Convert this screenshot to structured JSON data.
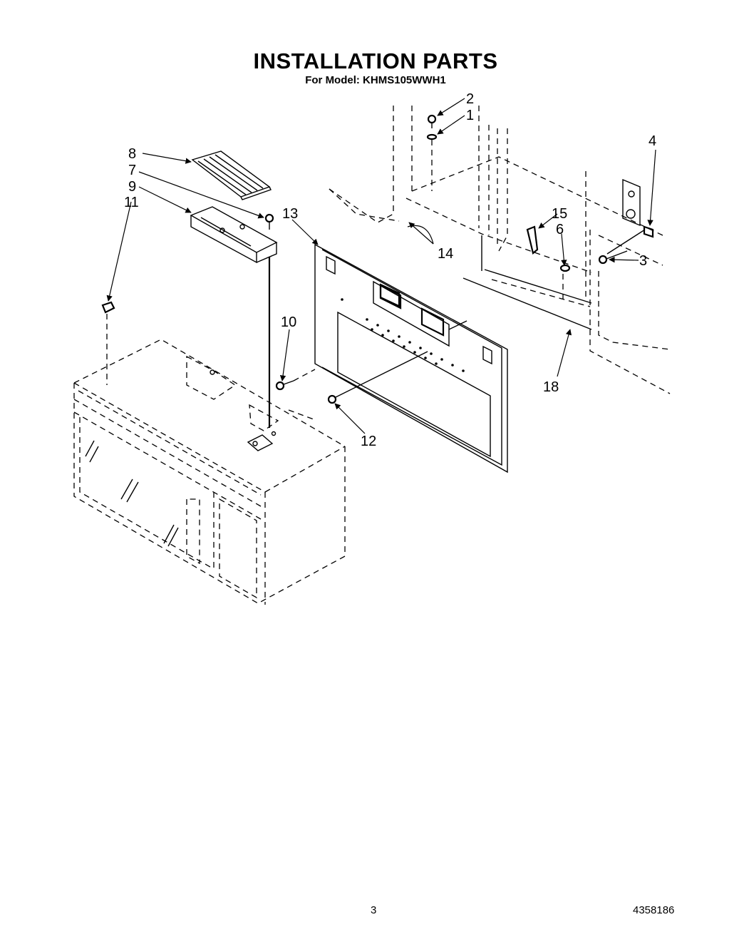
{
  "header": {
    "title": "INSTALLATION PARTS",
    "subtitle": "For Model: KHMS105WWH1"
  },
  "callouts": {
    "c1": "1",
    "c2": "2",
    "c3": "3",
    "c4": "4",
    "c6": "6",
    "c7": "7",
    "c8": "8",
    "c9": "9",
    "c10": "10",
    "c11": "11",
    "c12": "12",
    "c13": "13",
    "c14": "14",
    "c15": "15",
    "c18": "18"
  },
  "footer": {
    "page_number": "3",
    "doc_number": "4358186"
  }
}
